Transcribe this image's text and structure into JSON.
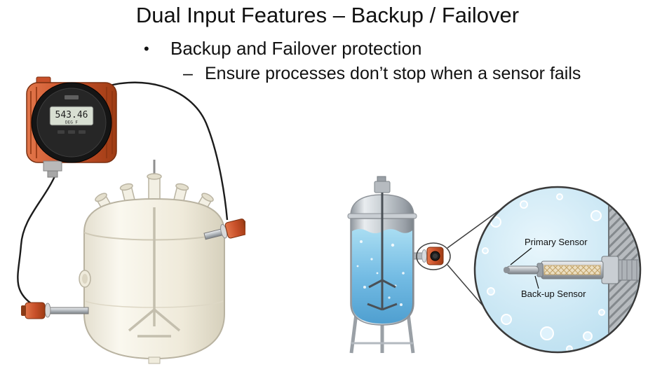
{
  "slide": {
    "title": "Dual Input Features – Backup / Failover",
    "bullet_marker": "•",
    "bullet_text": "Backup and Failover protection",
    "sub_bullet_marker": "–",
    "sub_bullet_text": "Ensure processes don’t stop when a sensor fails"
  },
  "transmitter": {
    "display_value": "543.46",
    "display_unit": "DEG F"
  },
  "callout": {
    "primary_sensor_label": "Primary Sensor",
    "backup_sensor_label": "Back-up Sensor"
  },
  "colors": {
    "accent_orange": "#c8502a",
    "steel_gray": "#aeb3b8",
    "liquid_blue": "#6fb6e0",
    "callout_blue": "#c9e7f5",
    "text_black": "#111111"
  }
}
